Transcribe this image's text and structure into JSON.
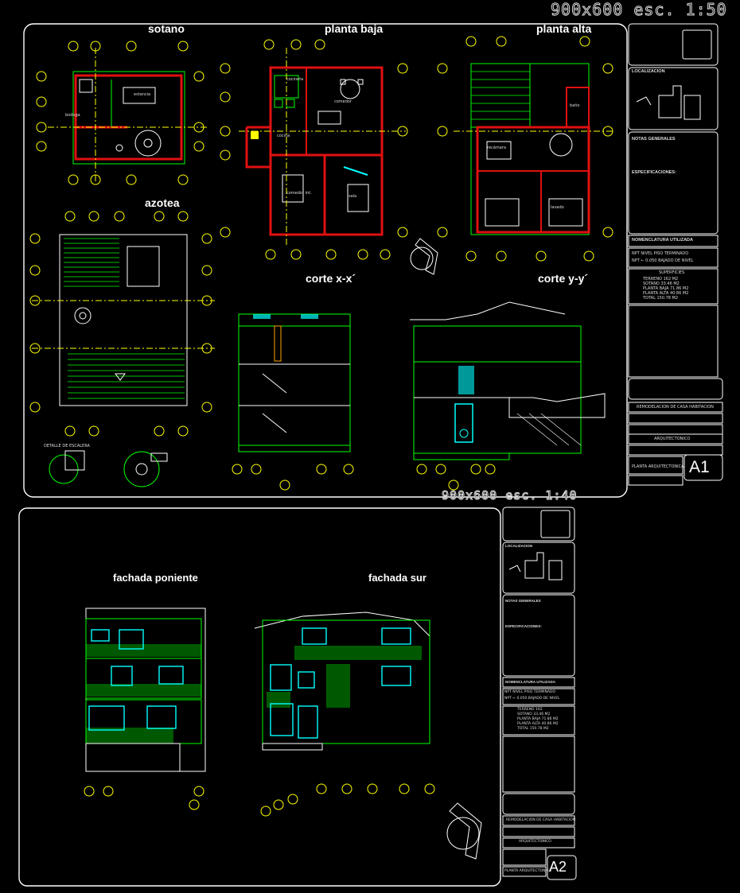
{
  "scales": {
    "top": "900x600 esc. 1:50",
    "middle": "900x600 esc. 1:40"
  },
  "sheet1": {
    "titles": {
      "sotano": "sotano",
      "planta_baja": "planta baja",
      "planta_alta": "planta alta",
      "azotea": "azotea",
      "corte_x": "corte x-x´",
      "corte_y": "corte y-y´"
    },
    "room_labels": [
      "estancia",
      "cocineta",
      "bodega",
      "comedor",
      "recámara",
      "sala",
      "baño",
      "cocina",
      "comedor int.",
      "lavado"
    ],
    "detail_label": "DETALLE DE ESCALERA",
    "title_block": {
      "localizacion": "LOCALIZACION",
      "notas_generales": "NOTAS GENERALES",
      "especificaciones": "ESPECIFICACIONES:",
      "nomenclatura": "NOMENCLATURA UTILIZADA",
      "npt": "NPT    NIVEL PISO TERMINADO",
      "nbn": "NPT ← 0.050 BAJADO DE NIVEL",
      "superficies_title": "SUPERFICIES",
      "superficies": [
        "TERRENO   162 M2",
        "SOTANO   33.46 M2",
        "PLANTA BAJA   71.86 M2",
        "PLANTA ALTA   40.86 M2",
        "TOTAL   150.78 M2"
      ],
      "project": "REMODELACION DE CASA HABITACION",
      "arq": "ARQUITECTONICO",
      "plano": "PLANTA ARQUITECTONICA",
      "sheet_no": "A1"
    }
  },
  "sheet2": {
    "titles": {
      "poniente": "fachada poniente",
      "sur": "fachada sur"
    },
    "title_block": {
      "localizacion": "LOCALIZACION",
      "notas_generales": "NOTAS GENERALES",
      "especificaciones": "ESPECIFICACIONES:",
      "nomenclatura": "NOMENCLATURA UTILIZADA",
      "npt": "NPT    NIVEL PISO TERMINADO",
      "nbn": "NPT ← 0.050 BAJADO DE NIVEL",
      "superficies": [
        "TERRENO   162",
        "SOTANO   33.46 M2",
        "PLANTA BAJA   71.86 M2",
        "PLANTA ALTA   40.86 M2",
        "TOTAL   150.78 M2"
      ],
      "project": "REMODELACION DE CASA HABITACION",
      "arq": "ARQUITECTONICO",
      "plano": "PLANTA ARQUITECTONICA",
      "sheet_no": "A2"
    }
  },
  "colors": {
    "wall": "#e01010",
    "line": "#00ff00",
    "axis": "#ffff00",
    "frame": "#ffffff",
    "cyan": "#00ffff"
  }
}
